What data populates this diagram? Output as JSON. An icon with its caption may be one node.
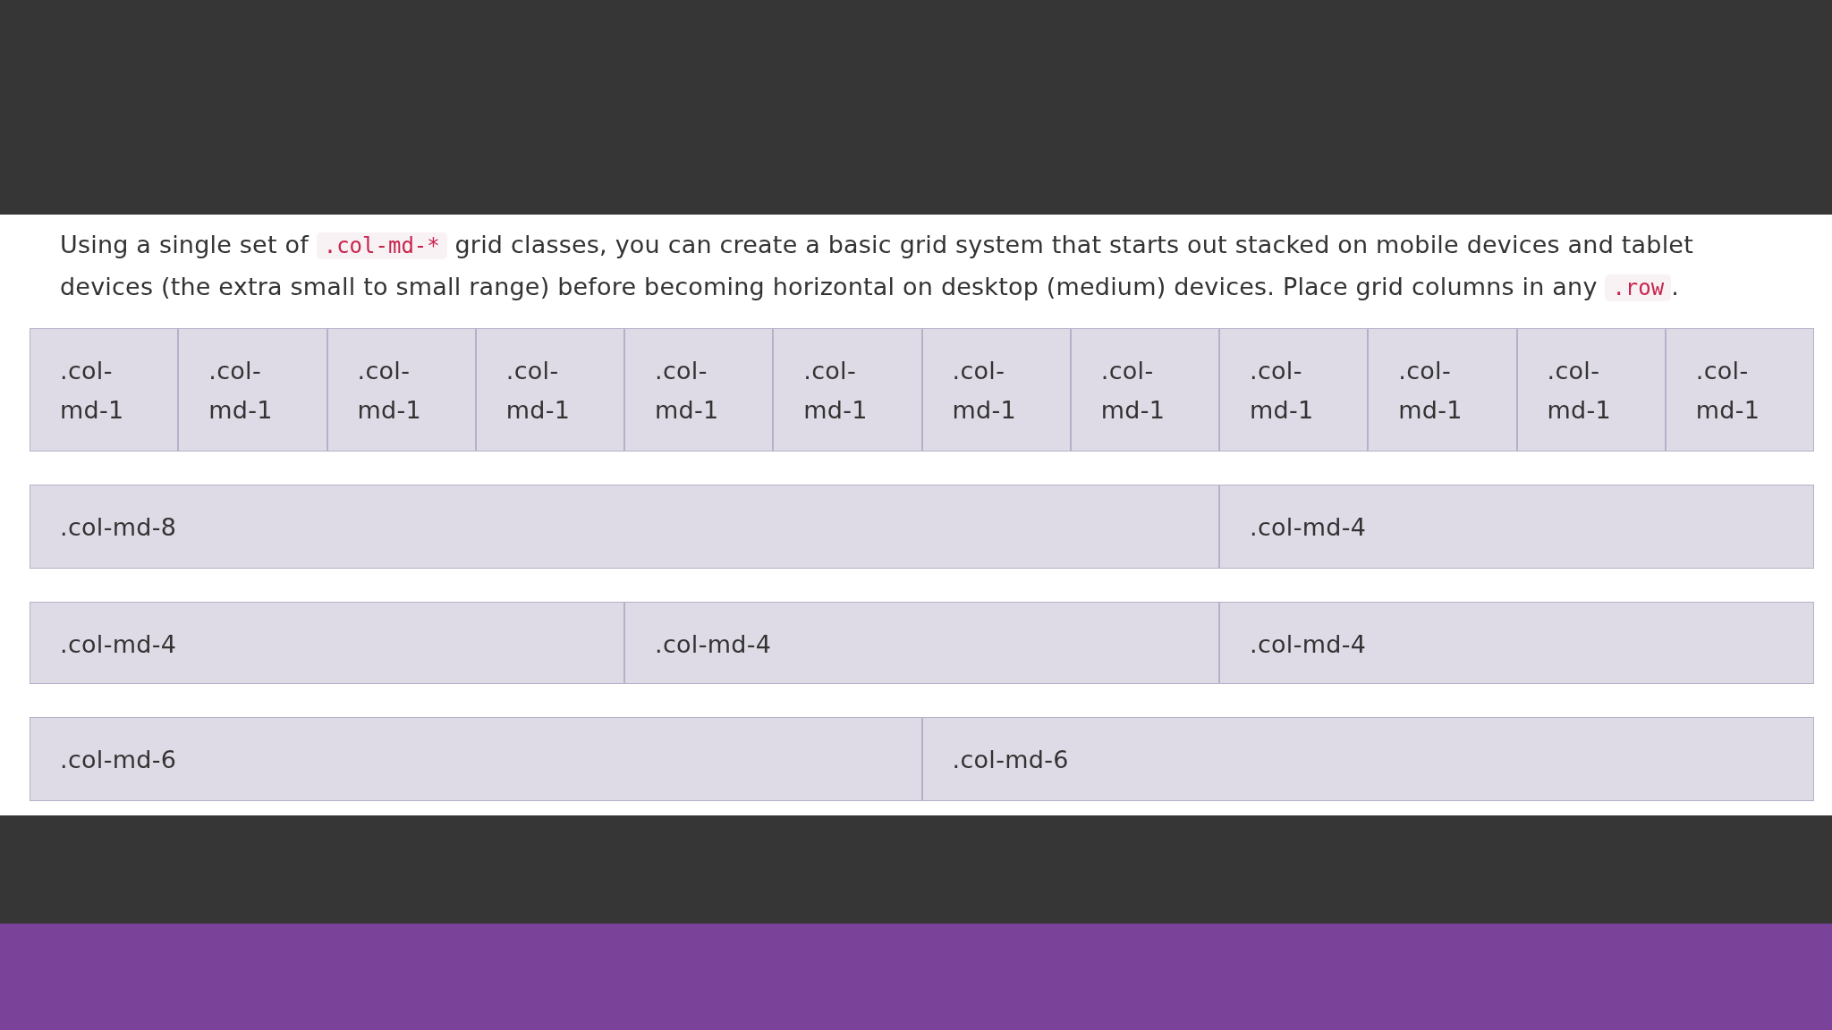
{
  "diagram": {
    "nodes": [
      {
        "text": [
          ".col-md-1"
        ]
      },
      {
        "text": [
          ".col-md-1"
        ]
      },
      {
        "text": [
          ".col-md-1"
        ]
      },
      {
        "text": [
          ".col-md-1"
        ]
      },
      {
        "text": [
          ".col-md-1"
        ]
      },
      {
        "text": [
          ".col-md-1"
        ]
      },
      {
        "text": [
          ".col-md-1"
        ]
      },
      {
        "text": [
          ".col-md-1"
        ]
      },
      {
        "text": [
          ".col-md-1"
        ]
      },
      {
        "text": [
          ".col-md-1"
        ]
      },
      {
        "text": [
          ".col-md-1"
        ]
      },
      {
        "text": [
          ".col-md-1"
        ]
      },
      {
        "text": [
          ".col-md-8"
        ]
      },
      {
        "text": [
          ".col-md-4"
        ]
      },
      {
        "text": [
          ".col-md-4"
        ]
      },
      {
        "text": [
          ".col-md-4"
        ]
      },
      {
        "text": [
          ".col-md-4"
        ]
      },
      {
        "text": [
          ".col-md-6"
        ]
      },
      {
        "text": [
          ".col-md-6"
        ]
      }
    ],
    "labels": [
      "Using a single set of",
      ".col-md-*",
      "grid classes, you can create a basic grid system that starts out stacked on mobile devices and tablet devices (the extra small to small range) before becoming horizontal on desktop (medium) devices. Place grid columns in any",
      ".row",
      "."
    ]
  }
}
